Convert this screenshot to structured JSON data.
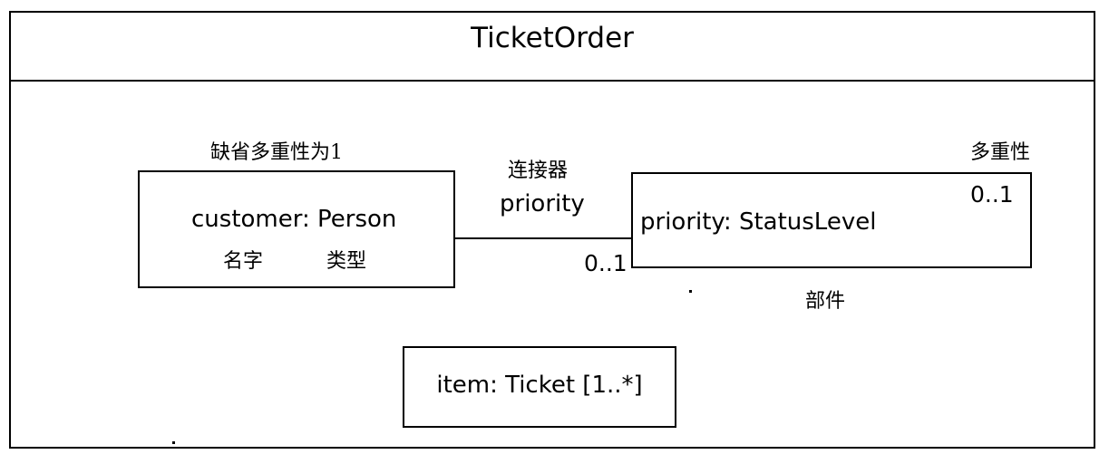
{
  "diagram": {
    "title": "TicketOrder",
    "parts": {
      "customer": {
        "label": "customer: Person",
        "name_annotation": "名字",
        "type_annotation": "类型"
      },
      "priority": {
        "label": "priority: StatusLevel",
        "multiplicity": "0..1"
      },
      "item": {
        "label": "item: Ticket [1..*]"
      }
    },
    "connector": {
      "label": "priority",
      "annotation": "连接器",
      "end_multiplicity": "0..1"
    },
    "annotations": {
      "default_multiplicity": "缺省多重性为1",
      "multiplicity": "多重性",
      "part": "部件"
    }
  }
}
